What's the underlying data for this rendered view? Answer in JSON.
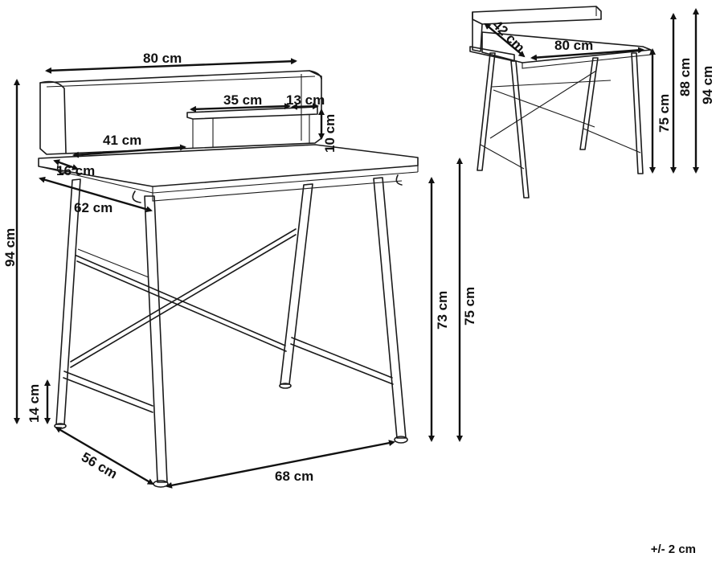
{
  "main_view": {
    "labels": {
      "top_width": "80 cm",
      "shelf_width": "35 cm",
      "shelf_depth": "13 cm",
      "shelf_height": "10 cm",
      "shelf_offset": "41 cm",
      "inner_depth": "16 cm",
      "desk_depth": "62 cm",
      "total_height": "94 cm",
      "foot_height": "14 cm",
      "inner_height": "73 cm",
      "desk_height": "75 cm",
      "base_depth": "56 cm",
      "base_width": "68 cm"
    }
  },
  "side_view": {
    "labels": {
      "depth": "42 cm",
      "width": "80 cm",
      "desk_height": "75 cm",
      "mid_height": "88 cm",
      "total_height": "94 cm"
    }
  },
  "tolerance": "+/- 2 cm"
}
